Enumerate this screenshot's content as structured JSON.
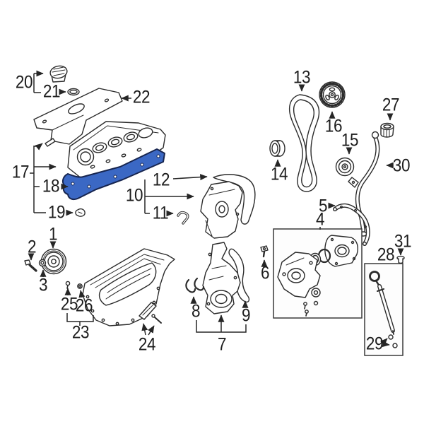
{
  "diagram": {
    "background": "#ffffff",
    "line_color": "#262626",
    "highlight_fill": "#3b68c4",
    "highlight_stroke": "#17254f",
    "callouts": {
      "c1": "1",
      "c2": "2",
      "c3": "3",
      "c4": "4",
      "c5": "5",
      "c6": "6",
      "c7": "7",
      "c8": "8",
      "c9": "9",
      "c10": "10",
      "c11": "11",
      "c12": "12",
      "c13": "13",
      "c14": "14",
      "c15": "15",
      "c16": "16",
      "c17": "17",
      "c18": "18",
      "c19": "19",
      "c20": "20",
      "c21": "21",
      "c22": "22",
      "c23": "23",
      "c24": "24",
      "c25": "25",
      "c26": "26",
      "c27": "27",
      "c28": "28",
      "c29": "29",
      "c30": "30",
      "c31": "31"
    }
  }
}
